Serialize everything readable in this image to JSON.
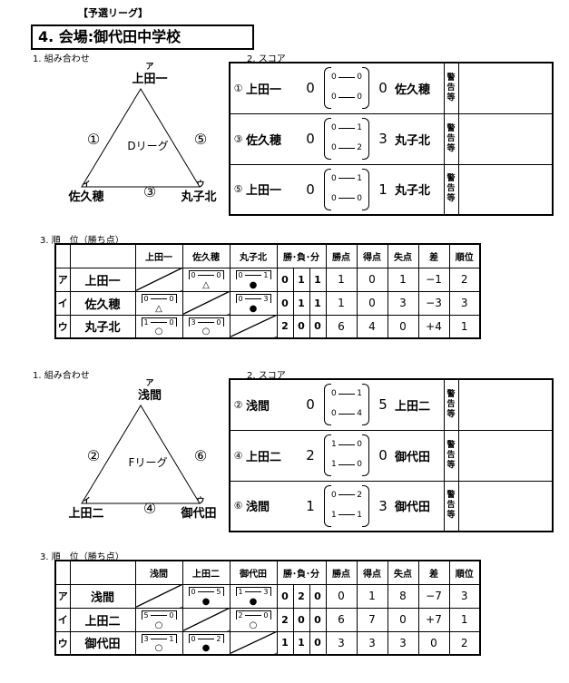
{
  "header": {
    "stage": "【予選リーグ】",
    "venue": "4. 会場:御代田中学校"
  },
  "labels": {
    "pairing": "1. 組み合わせ",
    "score": "2. スコア",
    "standings": "3. 順　位（勝ち点）",
    "warning": [
      "警",
      "告",
      "等"
    ]
  },
  "leagues": [
    {
      "name": "Dリーグ",
      "triangle": {
        "top": {
          "kana": "ア",
          "name": "上田一"
        },
        "left": {
          "kana": "イ",
          "name": "佐久穂"
        },
        "right": {
          "kana": "ウ",
          "name": "丸子北"
        },
        "leftMatch": "①",
        "rightMatch": "⑤",
        "bottomMatch": "③"
      },
      "matches": [
        {
          "no": "①",
          "home": "上田一",
          "homeTotal": "0",
          "h1": [
            "0",
            "0"
          ],
          "h2": [
            "0",
            "0"
          ],
          "awayTotal": "0",
          "away": "佐久穂"
        },
        {
          "no": "③",
          "home": "佐久穂",
          "homeTotal": "0",
          "h1": [
            "0",
            "1"
          ],
          "h2": [
            "0",
            "2"
          ],
          "awayTotal": "3",
          "away": "丸子北"
        },
        {
          "no": "⑤",
          "home": "上田一",
          "homeTotal": "0",
          "h1": [
            "0",
            "1"
          ],
          "h2": [
            "0",
            "0"
          ],
          "awayTotal": "1",
          "away": "丸子北"
        }
      ],
      "standings": {
        "headers": [
          "上田一",
          "佐久穂",
          "丸子北",
          "勝･負･分",
          "勝点",
          "得点",
          "失点",
          "差",
          "順位"
        ],
        "rows": [
          {
            "kana": "ア",
            "team": "上田一",
            "vs": [
              null,
              {
                "a": "0",
                "b": "0",
                "mark": "△"
              },
              {
                "a": "0",
                "b": "1",
                "mark": "●"
              }
            ],
            "w": "0",
            "l": "1",
            "d": "1",
            "pts": "1",
            "gf": "0",
            "ga": "1",
            "diff": "−1",
            "rank": "2"
          },
          {
            "kana": "イ",
            "team": "佐久穂",
            "vs": [
              {
                "a": "0",
                "b": "0",
                "mark": "△"
              },
              null,
              {
                "a": "0",
                "b": "3",
                "mark": "●"
              }
            ],
            "w": "0",
            "l": "1",
            "d": "1",
            "pts": "1",
            "gf": "0",
            "ga": "3",
            "diff": "−3",
            "rank": "3"
          },
          {
            "kana": "ウ",
            "team": "丸子北",
            "vs": [
              {
                "a": "1",
                "b": "0",
                "mark": "○"
              },
              {
                "a": "3",
                "b": "0",
                "mark": "○"
              },
              null
            ],
            "w": "2",
            "l": "0",
            "d": "0",
            "pts": "6",
            "gf": "4",
            "ga": "0",
            "diff": "+4",
            "rank": "1"
          }
        ]
      }
    },
    {
      "name": "Fリーグ",
      "triangle": {
        "top": {
          "kana": "ア",
          "name": "浅間"
        },
        "left": {
          "kana": "イ",
          "name": "上田二"
        },
        "right": {
          "kana": "ウ",
          "name": "御代田"
        },
        "leftMatch": "②",
        "rightMatch": "⑥",
        "bottomMatch": "④"
      },
      "matches": [
        {
          "no": "②",
          "home": "浅間",
          "homeTotal": "0",
          "h1": [
            "0",
            "1"
          ],
          "h2": [
            "0",
            "4"
          ],
          "awayTotal": "5",
          "away": "上田二"
        },
        {
          "no": "④",
          "home": "上田二",
          "homeTotal": "2",
          "h1": [
            "1",
            "0"
          ],
          "h2": [
            "1",
            "0"
          ],
          "awayTotal": "0",
          "away": "御代田"
        },
        {
          "no": "⑥",
          "home": "浅間",
          "homeTotal": "1",
          "h1": [
            "0",
            "2"
          ],
          "h2": [
            "1",
            "1"
          ],
          "awayTotal": "3",
          "away": "御代田"
        }
      ],
      "standings": {
        "headers": [
          "浅間",
          "上田二",
          "御代田",
          "勝･負･分",
          "勝点",
          "得点",
          "失点",
          "差",
          "順位"
        ],
        "rows": [
          {
            "kana": "ア",
            "team": "浅間",
            "vs": [
              null,
              {
                "a": "0",
                "b": "5",
                "mark": "●"
              },
              {
                "a": "1",
                "b": "3",
                "mark": "●"
              }
            ],
            "w": "0",
            "l": "2",
            "d": "0",
            "pts": "0",
            "gf": "1",
            "ga": "8",
            "diff": "−7",
            "rank": "3"
          },
          {
            "kana": "イ",
            "team": "上田二",
            "vs": [
              {
                "a": "5",
                "b": "0",
                "mark": "○"
              },
              null,
              {
                "a": "2",
                "b": "0",
                "mark": "○"
              }
            ],
            "w": "2",
            "l": "0",
            "d": "0",
            "pts": "6",
            "gf": "7",
            "ga": "0",
            "diff": "+7",
            "rank": "1"
          },
          {
            "kana": "ウ",
            "team": "御代田",
            "vs": [
              {
                "a": "3",
                "b": "1",
                "mark": "○"
              },
              {
                "a": "0",
                "b": "2",
                "mark": "●"
              },
              null
            ],
            "w": "1",
            "l": "1",
            "d": "0",
            "pts": "3",
            "gf": "3",
            "ga": "3",
            "diff": "0",
            "rank": "2"
          }
        ]
      }
    }
  ]
}
